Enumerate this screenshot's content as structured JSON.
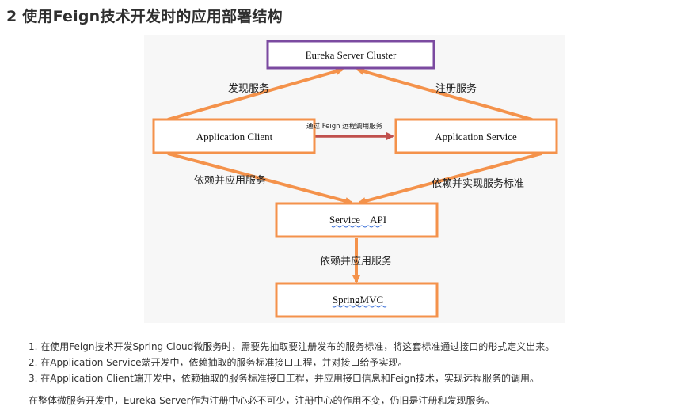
{
  "heading": "2 使用Feign技术开发时的应用部署结构",
  "diagram": {
    "nodes": {
      "eureka": "Eureka Server Cluster",
      "client": "Application Client",
      "service": "Application Service",
      "api": "Service    API",
      "mvc": "SpringMVC"
    },
    "edges": {
      "discover": "发现服务",
      "register": "注册服务",
      "remote_call": "通过 Feign 远程调用服务",
      "client_depends": "依赖并应用服务",
      "service_implements": "依赖并实现服务标准",
      "api_depends": "依赖并应用服务"
    },
    "colors": {
      "eureka_border": "#7b4aa0",
      "box_border": "#f4924b",
      "arrow": "#f4924b",
      "remote_arrow": "#c0504d",
      "spellcheck_underline": "#3a6fd8"
    }
  },
  "notes": [
    "1. 在使用Feign技术开发Spring Cloud微服务时，需要先抽取要注册发布的服务标准，将这套标准通过接口的形式定义出来。",
    "2. 在Application Service端开发中，依赖抽取的服务标准接口工程，并对接口给予实现。",
    "3. 在Application Client端开发中，依赖抽取的服务标准接口工程，并应用接口信息和Feign技术，实现远程服务的调用。"
  ],
  "summary": "在整体微服务开发中，Eureka Server作为注册中心必不可少，注册中心的作用不变，仍旧是注册和发现服务。"
}
